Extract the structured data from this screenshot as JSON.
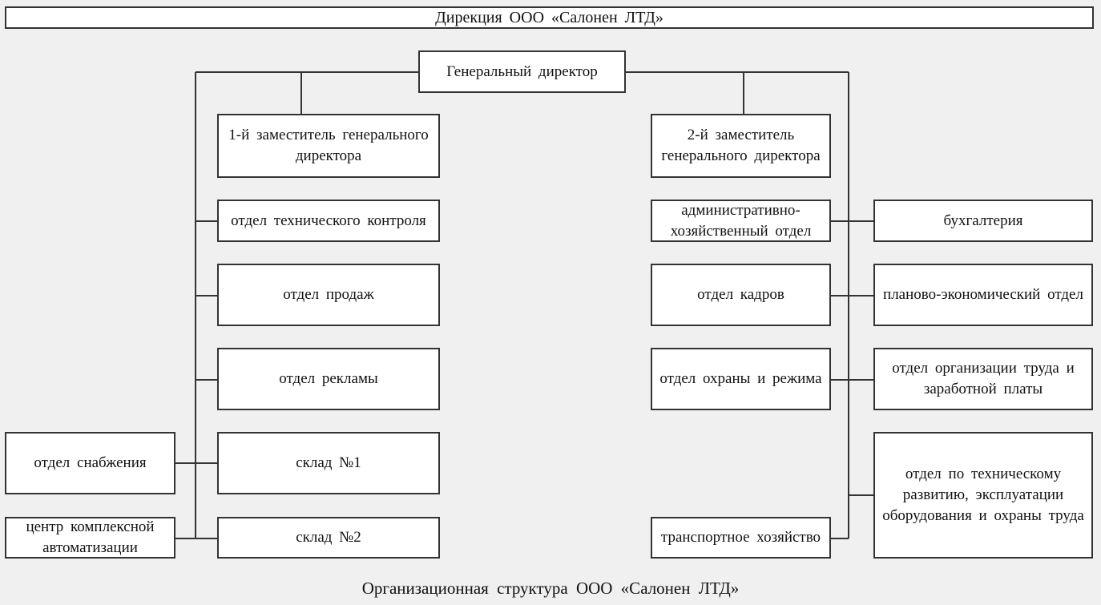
{
  "header": {
    "title": "Дирекция ООО «Салонен ЛТД»"
  },
  "nodes": {
    "general_director": "Генеральный директор",
    "deputy_1": "1-й заместитель генерального директора",
    "deputy_2": "2-й заместитель генерального директора",
    "tech_control": "отдел технического контроля",
    "sales": "отдел продаж",
    "advertising": "отдел рекламы",
    "warehouse_1": "склад №1",
    "warehouse_2": "склад №2",
    "supply": "отдел снабжения",
    "automation_center": "центр комплексной автоматизации",
    "admin_dept": "административно-хозяйственный отдел",
    "hr": "отдел кадров",
    "security": "отдел охраны и режима",
    "transport": "транспортное хозяйство",
    "accounting": "бухгалтерия",
    "planning": "планово-экономический отдел",
    "labor_org": "отдел организации труда и заработной платы",
    "tech_development": "отдел по техническому развитию, эксплуатации оборудования и охраны труда"
  },
  "caption": "Организационная структура ООО «Салонен ЛТД»"
}
